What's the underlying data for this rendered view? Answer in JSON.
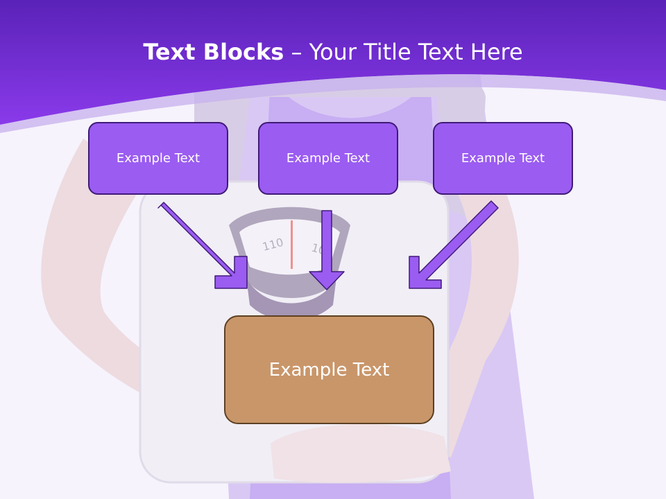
{
  "slide": {
    "title_bold": "Text Blocks",
    "title_dash": " – ",
    "title_rest": "Your Title Text Here"
  },
  "boxes": {
    "left": "Example Text",
    "center": "Example Text",
    "right": "Example Text",
    "result": "Example Text"
  },
  "colors": {
    "header_purple": "#8a32e6",
    "box_purple": "#9b5cf1",
    "box_brown": "#c9966a",
    "arrow_purple": "#9b5cf1"
  },
  "icons": {
    "arrows": "down-arrow-icon"
  }
}
